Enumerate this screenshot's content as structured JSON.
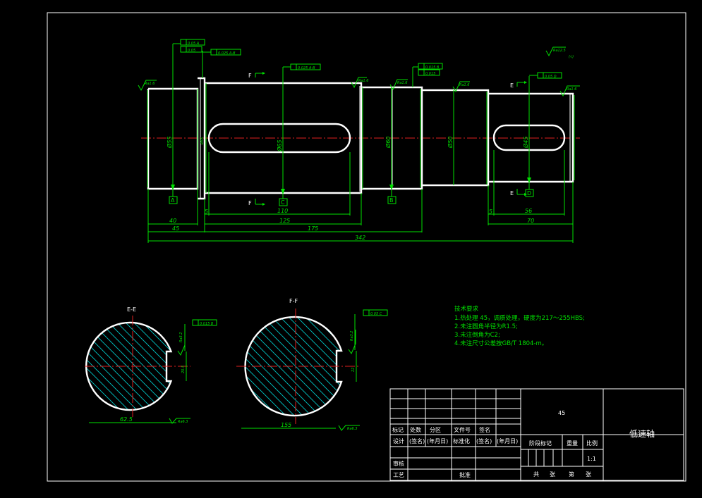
{
  "dimensions": {
    "d40": "40",
    "d45": "45",
    "d125": "125",
    "d175": "175",
    "d342": "342",
    "d110": "110",
    "d5a": "5",
    "d5b": "5",
    "d56": "56",
    "d70": "70",
    "dia_a": "Ø55",
    "dia_b": "Ø60",
    "dia_c": "Ø65",
    "dia_d": "Ø55",
    "dia_e": "Ø50",
    "dia_f": "Ø45"
  },
  "datums": {
    "a": "A",
    "b": "B",
    "c": "C",
    "d": "D"
  },
  "section_markers": {
    "f_top": "F",
    "f_bottom": "F",
    "e_top": "E",
    "e_bottom": "E"
  },
  "tolerance_frames": {
    "t1": "0.05 A",
    "t2": "0.025 A-B",
    "t3": "0.05",
    "t4": "0.025 A-B",
    "t5": "0.015 B",
    "t6": "0.015",
    "t7": "0.015 B",
    "t8": "0.05 C",
    "t9": "0.05 D"
  },
  "roughness": {
    "r1": "Ra1.6",
    "r2": "Ra1.6",
    "r3": "Ra1.6",
    "r4": "Ra1.6",
    "r5": "Ra1.6",
    "r6": "Ra12.5",
    "general_suffix": "(√)",
    "sec1": "Ra3.2",
    "sec2": "Ra3.2",
    "sec3": "Ra6.3",
    "sec4": "Ra6.3"
  },
  "sections": {
    "ee_title": "E-E",
    "ee_depth": "20.5",
    "ee_diameter": "62.5",
    "ff_title": "F-F",
    "ff_depth": "22",
    "ff_diameter": "155"
  },
  "notes": {
    "title": "技术要求",
    "line1": "1.热处理 45，调质处理，硬度为217～255HBS;",
    "line2": "2.未注圆角半径为R1.5;",
    "line3": "3.未注倒角为C2;",
    "line4": "4.未注尺寸公差按GB/T 1804-m。"
  },
  "title_block": {
    "material": "45",
    "part_name": "低速轴",
    "h_mark": "标记",
    "h_count": "处数",
    "h_zone": "分区",
    "h_docno": "文件号",
    "h_sign": "签名",
    "design": "设计",
    "sign1": "(签名)",
    "date1": "(年月日)",
    "standard": "标准化",
    "sign2": "(签名)",
    "date2": "(年月日)",
    "stage": "阶段标记",
    "weight": "重量",
    "scale_label": "比例",
    "scale": "1:1",
    "review": "审核",
    "process": "工艺",
    "approve": "批准",
    "total": "共",
    "sheets1": "张",
    "num": "第",
    "sheets2": "张"
  }
}
